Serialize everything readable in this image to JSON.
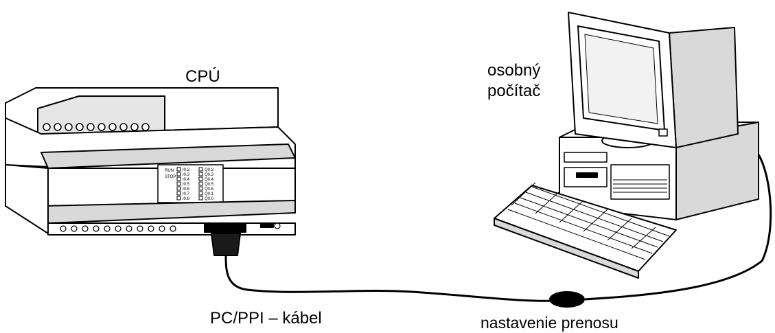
{
  "labels": {
    "cpu": "CPÚ",
    "computer_line1": "osobný",
    "computer_line2": "počítač",
    "cable": "PC/PPI – kábel",
    "adapter": "nastavenie prenosu"
  },
  "plc": {
    "status_labels": [
      "RUN",
      "STOP"
    ],
    "input_labels": [
      "I0.2",
      "I0.3",
      "I0.4",
      "I0.5",
      "I0.6",
      "I0.7",
      "I0.8"
    ],
    "output_labels": [
      "Q0.2",
      "Q0.3",
      "Q0.4",
      "Q0.5",
      "Q0.6",
      "Q0.1",
      "Q0.0"
    ]
  },
  "colors": {
    "line": "#000000",
    "background": "#ffffff",
    "shade": "#d9d9d9"
  }
}
